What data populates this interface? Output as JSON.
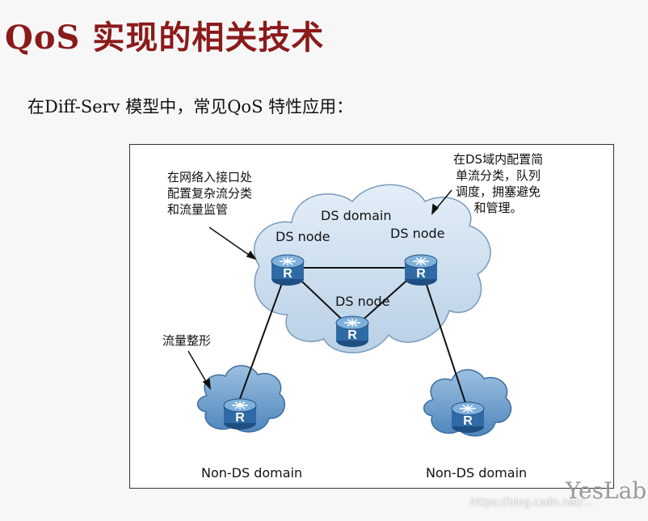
{
  "title": "QoS 实现的相关技术",
  "subtitle": "在Diff-Serv 模型中，常见QoS 特性应用：",
  "diagram": {
    "annotation_left": [
      "在网络入接口处",
      "配置复杂流分类",
      "和流量监管"
    ],
    "annotation_right": [
      "在DS域内配置简",
      "单流分类，队列",
      "调度，拥塞避免",
      "和管理。"
    ],
    "annotation_shaping": "流量整形",
    "ds_domain_label": "DS domain",
    "ds_node_left": "DS node",
    "ds_node_right": "DS node",
    "ds_node_middle": "DS node",
    "non_ds_left": "Non-DS domain",
    "non_ds_right": "Non-DS domain",
    "router_letter": "R"
  },
  "colors": {
    "title": "#8b1a1a",
    "cloud_fill": "#cfe0f0",
    "router_body": "#3a6ea5"
  },
  "watermark": "https://blog.csdn.net/...",
  "logo_text": "YesLab"
}
